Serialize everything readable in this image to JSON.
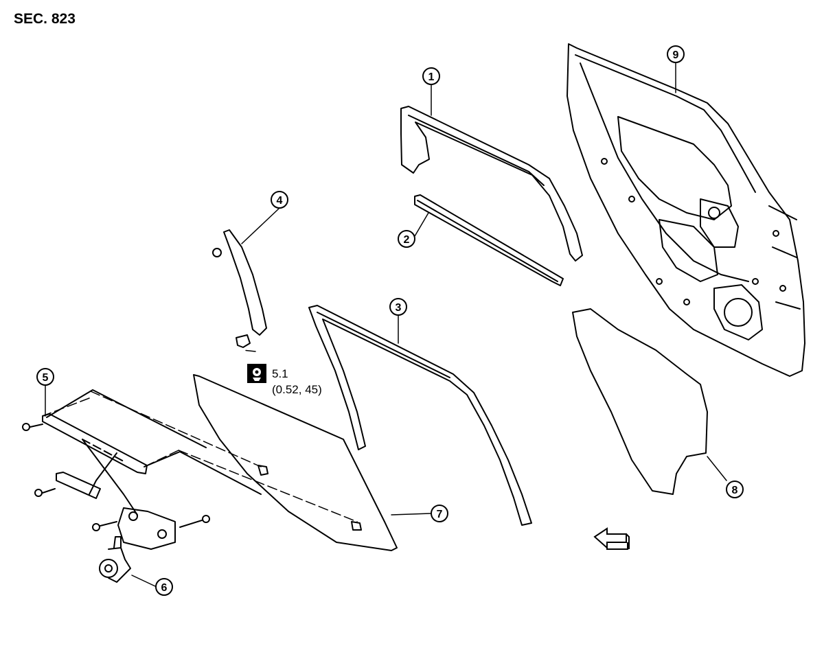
{
  "section": "SEC. 823",
  "torque": {
    "value": "5.1",
    "alt": "(0.52, 45)",
    "icon": "torque-wrench-icon"
  },
  "callouts": [
    "1",
    "2",
    "3",
    "4",
    "5",
    "6",
    "7",
    "8",
    "9"
  ],
  "icons": {
    "front_arrow": "front-arrow-icon"
  }
}
